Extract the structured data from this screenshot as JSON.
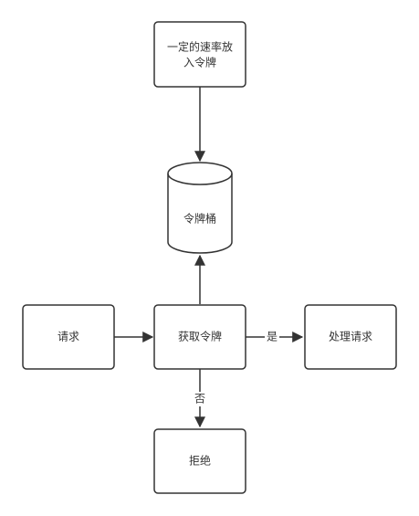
{
  "nodes": {
    "source": {
      "line1": "一定的速率放",
      "line2": "入令牌"
    },
    "bucket": {
      "label": "令牌桶"
    },
    "request": {
      "label": "请求"
    },
    "acquire": {
      "label": "获取令牌"
    },
    "process": {
      "label": "处理请求"
    },
    "reject": {
      "label": "拒绝"
    }
  },
  "edges": {
    "yes_label": "是",
    "no_label": "否"
  },
  "colors": {
    "stroke": "#333333",
    "fill": "#ffffff",
    "text": "#333333"
  }
}
